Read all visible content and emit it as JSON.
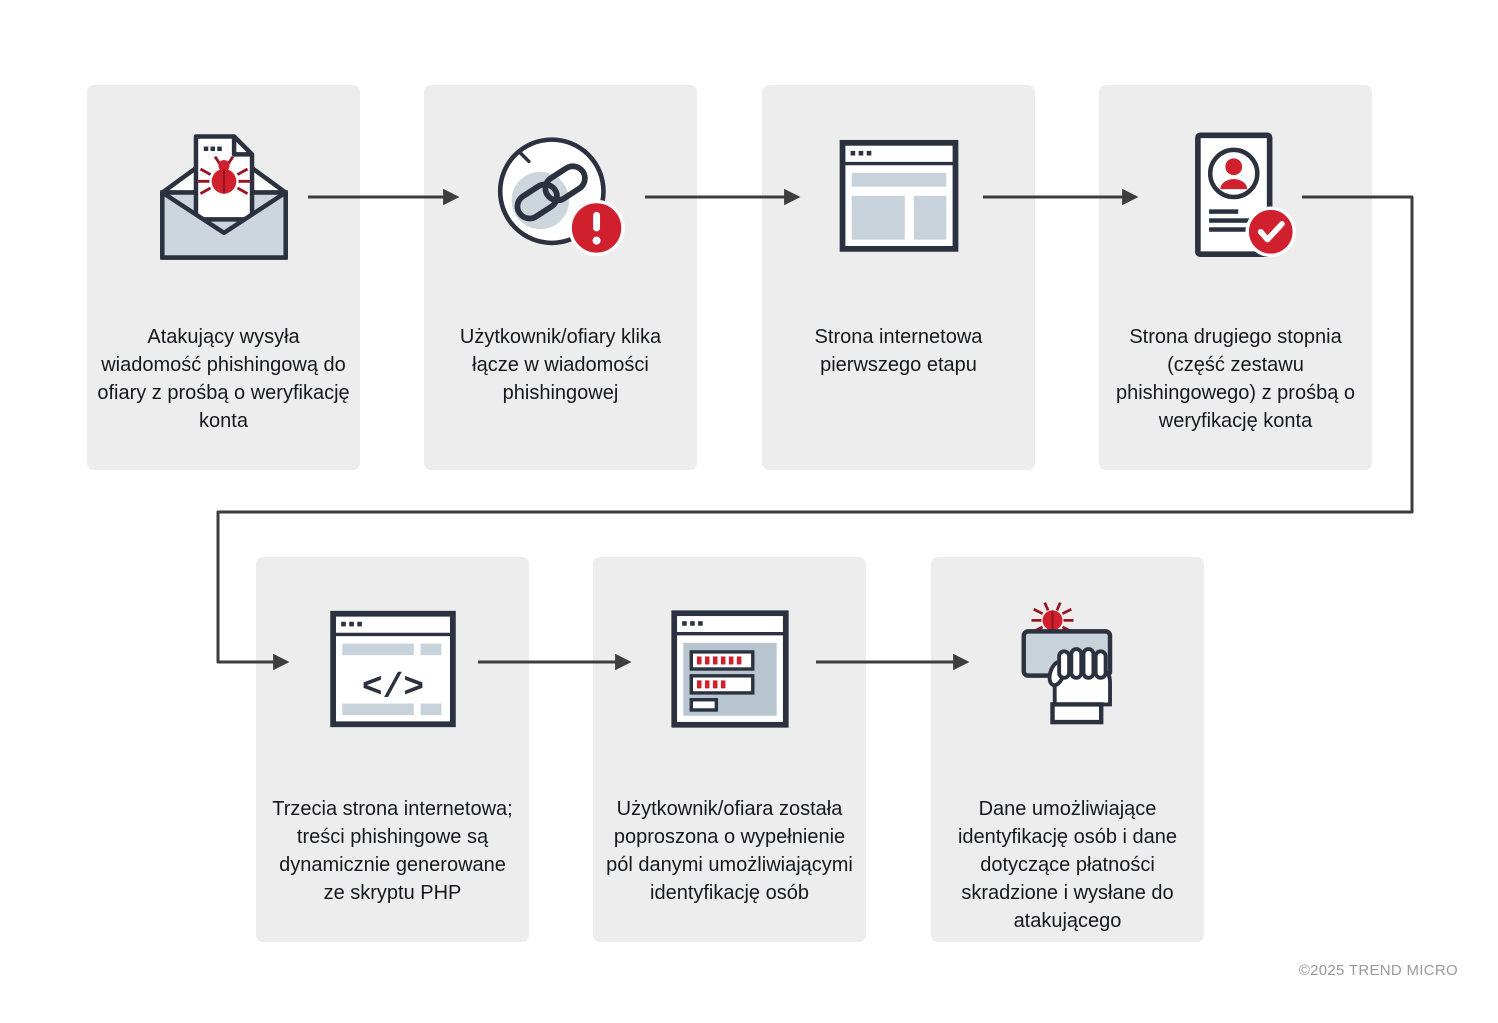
{
  "steps": [
    {
      "icon": "phishing-email-icon",
      "label": "Atakujący wysyła wiadomość phishingową do ofiary z prośbą o weryfikację konta"
    },
    {
      "icon": "malicious-link-icon",
      "label": "Użytkownik/ofiary klika łącze w wiadomości phishingowej"
    },
    {
      "icon": "first-stage-page-icon",
      "label": "Strona internetowa pierwszego etapu"
    },
    {
      "icon": "verification-page-icon",
      "label": "Strona drugiego stopnia (część zestawu phishingowego) z prośbą o weryfikację konta"
    },
    {
      "icon": "php-generated-page-icon",
      "label": "Trzecia strona internetowa; treści phishingowe są dynamicznie generowane ze skryptu PHP"
    },
    {
      "icon": "credentials-form-icon",
      "label": "Użytkownik/ofiara została poproszona o wypełnienie pól danymi umożliwiającymi identyfikację osób"
    },
    {
      "icon": "stolen-card-icon",
      "label": "Dane umożliwiające identyfikację osób i dane dotyczące płatności skradzione i wysłane do atakującego"
    }
  ],
  "icons": {
    "code_glyph": "</>"
  },
  "footer": {
    "copyright": "©2025 TREND MICRO"
  },
  "colors": {
    "card_bg": "#ededed",
    "stroke_dark": "#2b313e",
    "accent_red": "#d0202e",
    "panel_blue_gray": "#c7d2da",
    "arrow": "#3d3d3d"
  }
}
